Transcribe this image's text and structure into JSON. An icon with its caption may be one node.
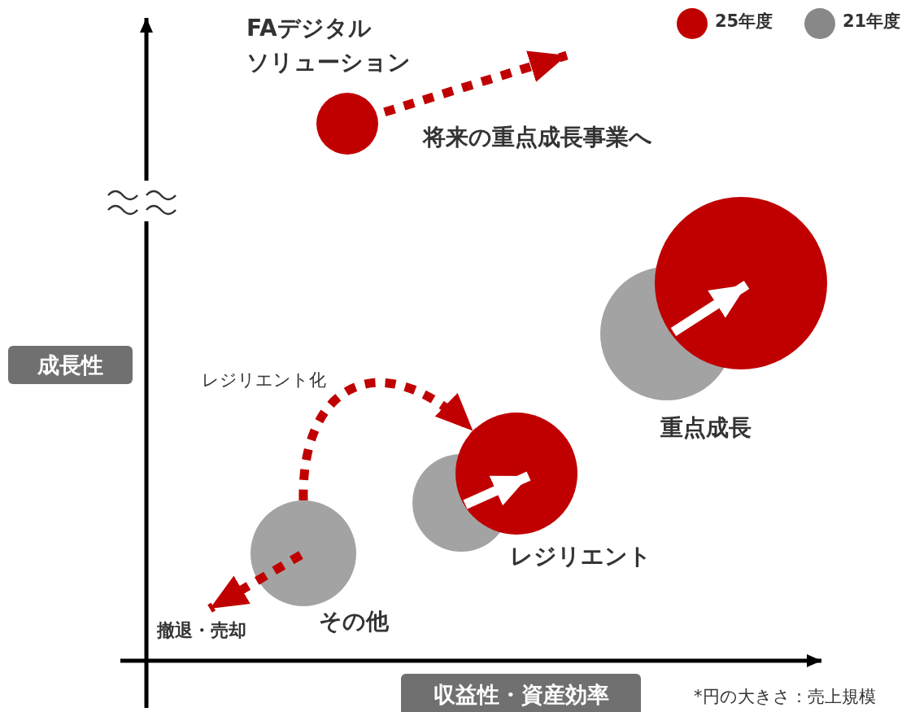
{
  "diagram": {
    "nodes": [
      {
        "text": [],
        "shape": "circle",
        "beside": [
          "FAデジタルソリューション"
        ]
      },
      {
        "text": [],
        "shape": "circle",
        "beside": [
          "重点成長"
        ]
      },
      {
        "text": [],
        "shape": "circle"
      },
      {
        "text": [],
        "shape": "circle"
      },
      {
        "text": [],
        "shape": "circle",
        "beside": [
          "レジリエント"
        ]
      },
      {
        "text": [],
        "shape": "circle",
        "beside": [
          "その他"
        ]
      },
      {
        "text": [
          "撤退・売却"
        ]
      }
    ],
    "edges": [
      {
        "from": 0,
        "to": null,
        "arrow": "to",
        "style": "dashed",
        "label": "将来の重点成長事業へ"
      },
      {
        "from": 1,
        "to": 2,
        "arrow": "to",
        "color": "#ffffff"
      },
      {
        "from": 3,
        "to": 4,
        "arrow": "to",
        "color": "#ffffff"
      },
      {
        "from": 5,
        "to": 4,
        "arrow": "to",
        "style": "dashed",
        "label": "レジリエント化"
      },
      {
        "from": 5,
        "to": 6,
        "arrow": "to",
        "style": "dashed"
      }
    ],
    "labels": [
      "成長性",
      "収益性・資産効率",
      "*円の大きさ：売上規模"
    ],
    "legend": [
      {
        "text": "25年度",
        "color": "#c00000"
      },
      {
        "text": "21年度",
        "color": "#888888"
      }
    ]
  }
}
